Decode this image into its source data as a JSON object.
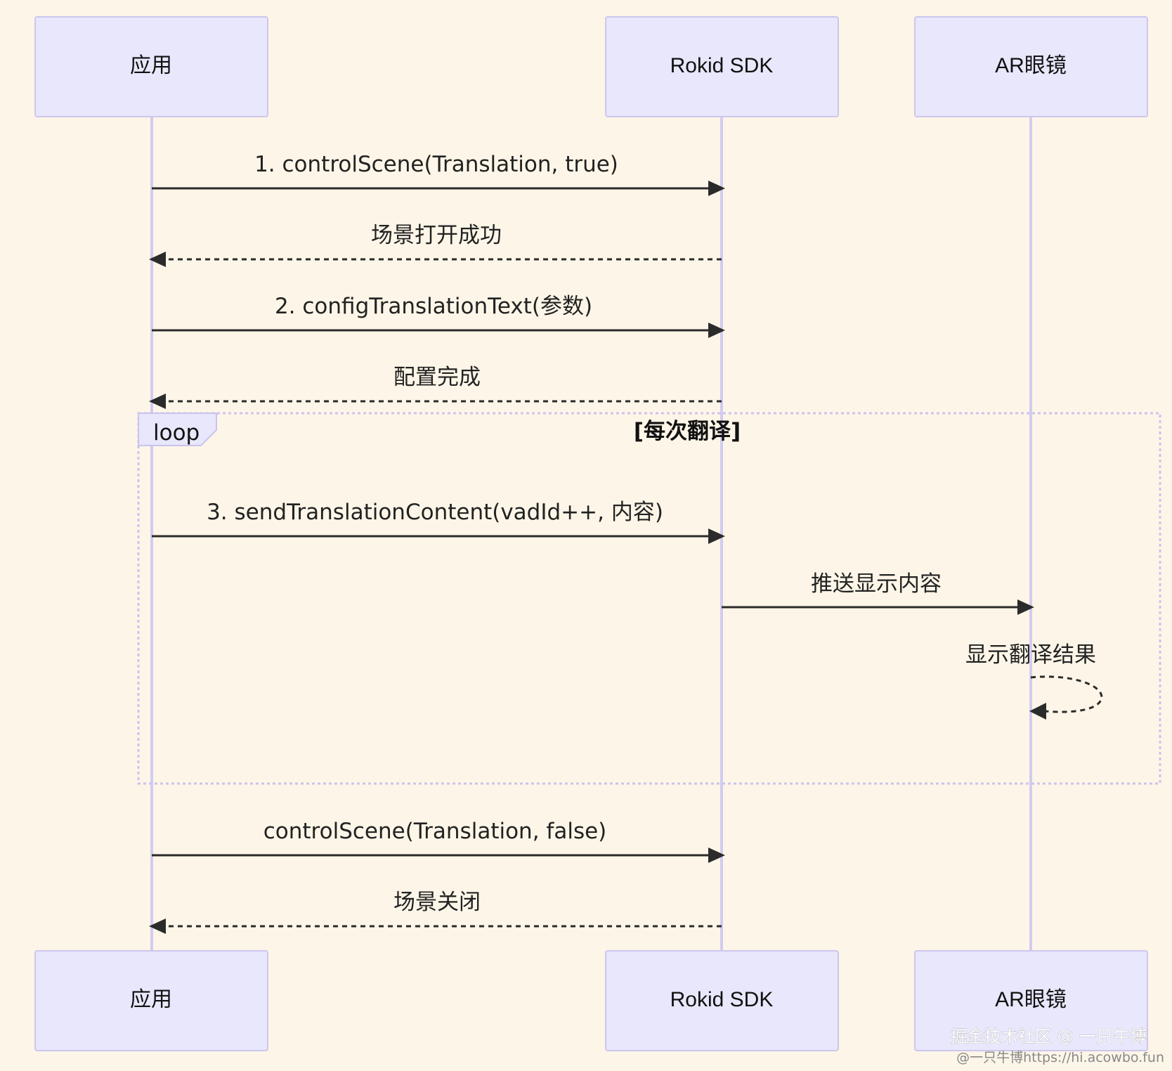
{
  "actors": [
    {
      "id": "app",
      "label": "应用"
    },
    {
      "id": "sdk",
      "label": "Rokid SDK"
    },
    {
      "id": "glasses",
      "label": "AR眼镜"
    }
  ],
  "messages": [
    {
      "from": "app",
      "to": "sdk",
      "text": "1. controlScene(Translation, true)",
      "style": "solid"
    },
    {
      "from": "sdk",
      "to": "app",
      "text": "场景打开成功",
      "style": "dashed"
    },
    {
      "from": "app",
      "to": "sdk",
      "text": "2. configTranslationText(参数)",
      "style": "solid"
    },
    {
      "from": "sdk",
      "to": "app",
      "text": "配置完成",
      "style": "dashed"
    },
    {
      "from": "app",
      "to": "sdk",
      "text": "3. sendTranslationContent(vadId++, 内容)",
      "style": "solid"
    },
    {
      "from": "sdk",
      "to": "glasses",
      "text": "推送显示内容",
      "style": "solid"
    },
    {
      "from": "glasses",
      "to": "glasses",
      "text": "显示翻译结果",
      "style": "dashed"
    },
    {
      "from": "app",
      "to": "sdk",
      "text": "controlScene(Translation, false)",
      "style": "solid"
    },
    {
      "from": "sdk",
      "to": "app",
      "text": "场景关闭",
      "style": "dashed"
    }
  ],
  "loop": {
    "label": "loop",
    "condition": "[每次翻译]"
  },
  "watermark": {
    "line1": "掘金技术社区 @ 一只牛博",
    "line2": "@一只牛博https://hi.acowbo.fun"
  }
}
